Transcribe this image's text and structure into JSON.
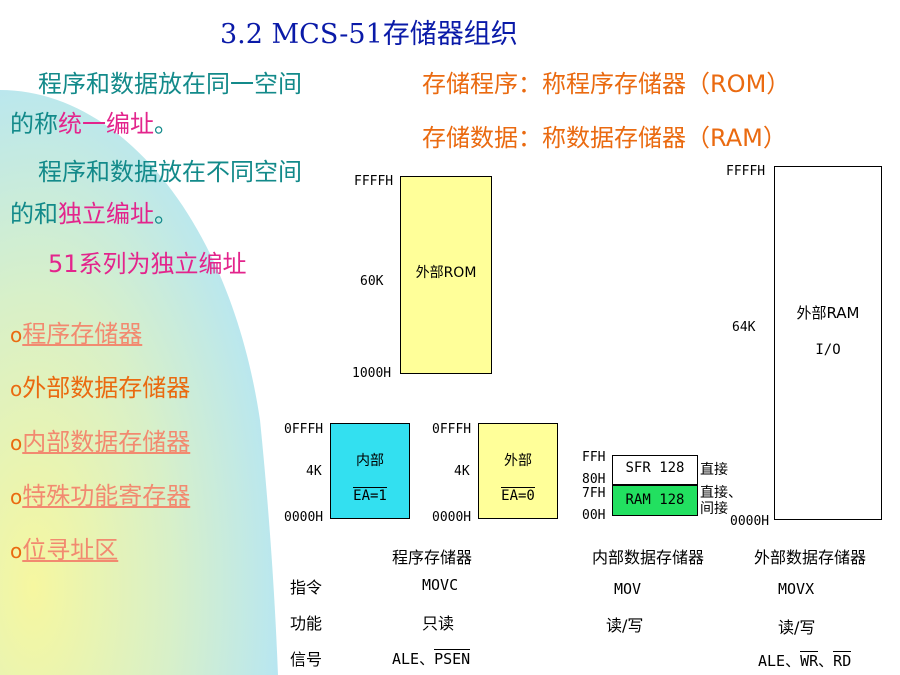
{
  "title": "3.2 MCS-51存储器组织",
  "left_text": {
    "line1": "程序和数据放在同一空间",
    "line2a": "的称",
    "line2b": "统一编址",
    "line2c": "。",
    "line3": "程序和数据放在不同空间",
    "line4a": "的和",
    "line4b": "独立编址",
    "line4c": "。",
    "line5": "51系列为独立编址"
  },
  "right_text": {
    "rom_line": "存储程序：称程序存储器（ROM）",
    "ram_line": "存储数据：称数据存储器（RAM）"
  },
  "bullets": [
    {
      "marker": "o",
      "label": "程序存储器",
      "color": "#f28a70"
    },
    {
      "marker": "o",
      "label": "外部数据存储器",
      "color": "#ea6a10"
    },
    {
      "marker": "o",
      "label": "内部数据存储器",
      "color": "#f28a70"
    },
    {
      "marker": "o",
      "label": "特殊功能寄存器",
      "color": "#f28a70"
    },
    {
      "marker": "o",
      "label": "位寻址区",
      "color": "#f28a70"
    }
  ],
  "diagram": {
    "ext_rom": {
      "top": "FFFFH",
      "size": "60K",
      "bottom": "1000H",
      "label": "外部ROM",
      "fill": "#ffff99"
    },
    "int_prog": {
      "top": "0FFFH",
      "size": "4K",
      "bottom": "0000H",
      "label": "内部",
      "ea": "EA=1",
      "fill": "#33e0f0"
    },
    "ext_prog": {
      "top": "0FFFH",
      "size": "4K",
      "bottom": "0000H",
      "label": "外部",
      "ea": "EA=0",
      "fill": "#ffff99"
    },
    "int_data": {
      "ffh": "FFH",
      "h80": "80H",
      "h7f": "7FH",
      "h00": "00H",
      "sfr": "SFR 128",
      "ram": "RAM 128",
      "ram_fill": "#22e060",
      "sfr_note": "直接",
      "ram_note1": "直接、",
      "ram_note2": "间接"
    },
    "ext_ram": {
      "top": "FFFFH",
      "size": "64K",
      "bottom": "0000H",
      "label1": "外部RAM",
      "label2": "I/O"
    }
  },
  "table": {
    "headers": [
      "程序存储器",
      "内部数据存储器",
      "外部数据存储器"
    ],
    "row_labels": [
      "指令",
      "功能",
      "信号"
    ],
    "prog": {
      "instr": "MOVC",
      "func": "只读",
      "sig_a": "ALE、",
      "sig_b": "PSEN"
    },
    "intd": {
      "instr": "MOV",
      "func": "读/写"
    },
    "extd": {
      "instr": "MOVX",
      "func": "读/写",
      "sig_a": "ALE、",
      "sig_b": "WR",
      "sig_c": "、",
      "sig_d": "RD"
    }
  }
}
